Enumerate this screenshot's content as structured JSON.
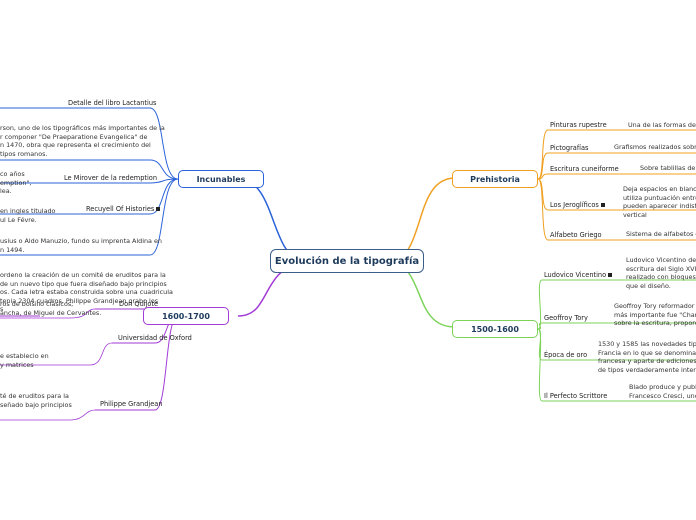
{
  "center": "Evolución de la tipografía",
  "colors": {
    "incunables": "#2b63d9",
    "prehistoria": "#f0a020",
    "s1500": "#7dd35a",
    "s1600": "#a23ad6",
    "center": "#3b5f8a"
  },
  "incunables": {
    "title": "Incunables",
    "items": [
      {
        "label": "Detalle del libro Lactantius"
      },
      {
        "label": "",
        "text": [
          "rson, uno de los tipográficos más importantes de la",
          "r componer \"De Praeparatione Evangelica\" de",
          "n 1470, obra que representa el crecimiento del",
          "tipos romanos."
        ]
      },
      {
        "label": "Le Mirover de la redemption",
        "text": [
          "co años",
          "emption\",",
          "lea."
        ]
      },
      {
        "label": "Recuyell Of Histories",
        "text": [
          "en ingles titulado",
          "ul Le Févre."
        ]
      },
      {
        "label": "",
        "text": [
          "usius o Aldo Manuzio, fundo su imprenta Aldina en",
          "n 1494."
        ]
      }
    ]
  },
  "s1600": {
    "title": "1600-1700",
    "items": [
      {
        "label": "",
        "text": [
          "ordeno la creación de un comité de eruditos para la",
          "de un nuevo tipo que fuera diseñado bajo principios",
          "os. Cada letra estaba construida sobre una cuadricula",
          "tenia 2304 cuadros, Philippe Grandjean grabo los",
          "s"
        ]
      },
      {
        "label": "Don Quijote",
        "text": [
          "ros de bolsillo clásicos;",
          "ancha, de Miguel de Cervantes."
        ]
      },
      {
        "label": "Universidad de Oxford",
        "text": [
          "e establecio en",
          "y matrices"
        ]
      },
      {
        "label": "Philippe Grandjean",
        "text": [
          "té de eruditos para la",
          "señado bajo principios"
        ]
      }
    ]
  },
  "prehistoria": {
    "title": "Prehistoria",
    "items": [
      {
        "label": "Pinturas rupestre",
        "text": [
          "Una de las formas de e"
        ]
      },
      {
        "label": "Pictografías",
        "text": [
          "Grafismos realizados sobre r"
        ]
      },
      {
        "label": "Escritura cuneiforme",
        "text": [
          "Sobre tablillas de ar"
        ]
      },
      {
        "label": "Los Jeroglíficos",
        "text": [
          "Deja espacios en blanco, n",
          "utiliza puntuación entre f",
          "pueden aparecer indistint",
          "vertical"
        ]
      },
      {
        "label": "Alfabeto Griego",
        "text": [
          "Sistema de alfabetos de l"
        ]
      }
    ]
  },
  "s1500": {
    "title": "1500-1600",
    "items": [
      {
        "label": "Ludovico Vicentino",
        "text": [
          "Ludovico Vicentino degli A",
          "escritura del Siglo XVI. En",
          "realizado con bloques de",
          "que el diseño."
        ]
      },
      {
        "label": "Geoffroy Tory",
        "text": [
          "Geoffroy Tory reformador de",
          "más importante fue \"Champfl",
          "sobre la escritura, proporción"
        ]
      },
      {
        "label": "Época de oro",
        "text": [
          "1530 y 1585 las novedades tip",
          "Francia en lo que se denomina",
          "francesa y aparte de ediciones",
          "de tipos verdaderamente inter"
        ]
      },
      {
        "label": "Il Perfecto Scrittore",
        "text": [
          "Blado produce y publica",
          "Francesco Cresci, uno d"
        ]
      }
    ]
  }
}
